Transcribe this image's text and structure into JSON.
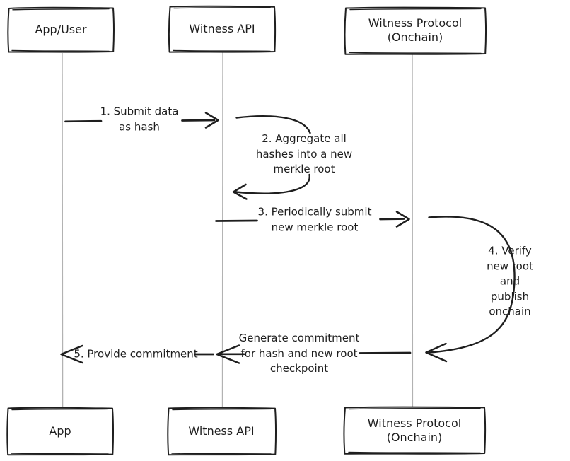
{
  "diagram": {
    "title_semantic": "Witness Protocol sequence diagram",
    "colors": {
      "stroke": "#1e1e1e",
      "lifeline": "#b2b2b2",
      "background": "#ffffff"
    },
    "actors_top": [
      {
        "label": "App/User"
      },
      {
        "label": "Witness API"
      },
      {
        "label": "Witness Protocol\n(Onchain)"
      }
    ],
    "actors_bottom": [
      {
        "label": "App"
      },
      {
        "label": "Witness API"
      },
      {
        "label": "Witness Protocol\n(Onchain)"
      }
    ],
    "messages": [
      {
        "id": "1",
        "from": "App/User",
        "to": "Witness API",
        "text": "1. Submit data\nas hash"
      },
      {
        "id": "2",
        "from": "Witness API",
        "to": "Witness API",
        "text": "2. Aggregate all\nhashes into a new\nmerkle root"
      },
      {
        "id": "3",
        "from": "Witness API",
        "to": "Witness Protocol (Onchain)",
        "text": "3. Periodically submit\nnew merkle root"
      },
      {
        "id": "4",
        "from": "Witness Protocol (Onchain)",
        "to": "Witness Protocol (Onchain)",
        "text": "4. Verify new root\nand publish onchain"
      },
      {
        "id": "5a",
        "from": "Witness Protocol (Onchain)",
        "to": "Witness API",
        "text": "Generate commitment\nfor hash and new root\ncheckpoint"
      },
      {
        "id": "5b",
        "from": "Witness API",
        "to": "App",
        "text": "5. Provide commitment"
      }
    ]
  }
}
